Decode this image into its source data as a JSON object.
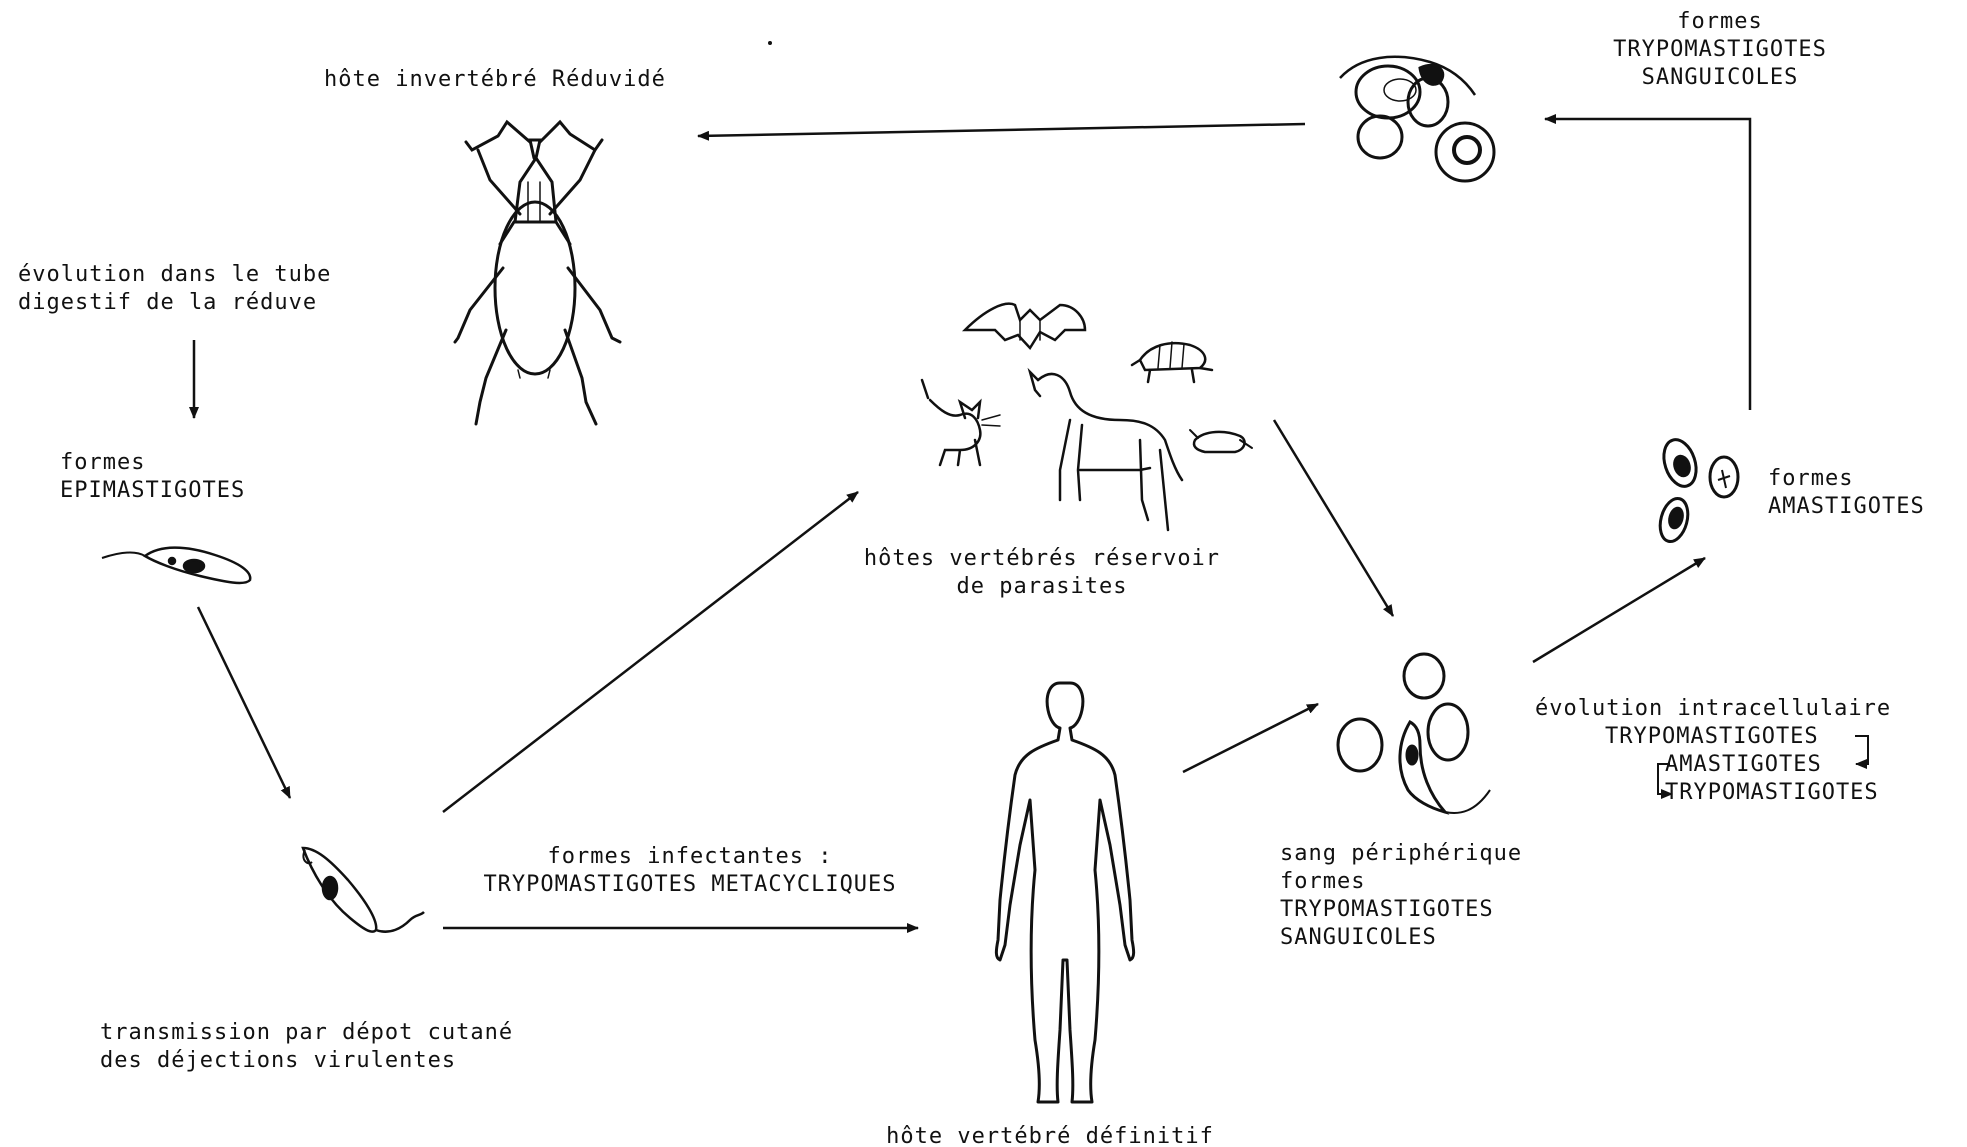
{
  "labels": {
    "insect_host": "hôte invertébré Réduvidé",
    "evolution_gut": [
      "évolution dans le tube",
      "digestif de la réduve"
    ],
    "epimastigotes": [
      "formes",
      "EPIMASTIGOTES"
    ],
    "blood_trypo_top": [
      "formes",
      "TRYPOMASTIGOTES",
      "SANGUICOLES"
    ],
    "reservoir": [
      "hôtes vertébrés réservoir",
      "de parasites"
    ],
    "amastigotes": [
      "formes",
      "AMASTIGOTES"
    ],
    "intracellular": [
      "évolution intracellulaire",
      "TRYPOMASTIGOTES",
      "AMASTIGOTES",
      "TRYPOMASTIGOTES"
    ],
    "infective": [
      "formes infectantes :",
      "TRYPOMASTIGOTES METACYCLIQUES"
    ],
    "peripheral_blood": [
      "sang périphérique",
      "formes",
      "TRYPOMASTIGOTES",
      "SANGUICOLES"
    ],
    "transmission": [
      "transmission par dépot cutané",
      "des déjections virulentes"
    ],
    "definitive_host": "hôte vertébré définitif"
  },
  "colors": {
    "ink": "#111111",
    "paper": "#ffffff"
  }
}
